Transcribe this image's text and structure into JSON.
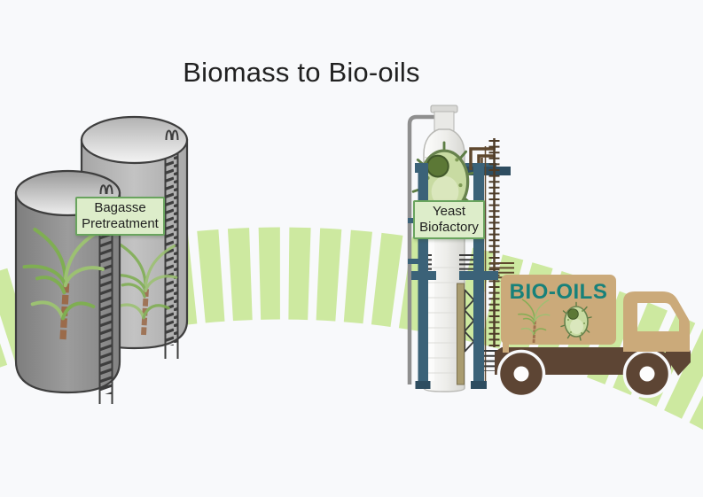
{
  "title": "Biomass to Bio-oils",
  "stages": {
    "pretreatment": {
      "label_line1": "Bagasse",
      "label_line2": "Pretreatment"
    },
    "biofactory": {
      "label_line1": "Yeast",
      "label_line2": "Biofactory"
    },
    "delivery": {
      "sign": "BIO-OILS"
    }
  },
  "process_steps": [
    "Bagasse Pretreatment",
    "Yeast Biofactory",
    "BIO-OILS"
  ],
  "icons": {
    "sugarcane": "green leafy plant with segmented brown stalk",
    "yeast_cell": "green oval microbe with dark nucleus and short spikes",
    "storage_tank": "gray cylinder with side ladder",
    "bioreactor_column": "white column in blue steel frame with pipes",
    "delivery_truck": "tan box truck with brown chassis and wheels",
    "flow_arc": "dashed light-green arc connecting the stages"
  },
  "colors": {
    "background": "#f8f9fb",
    "title_text": "#212121",
    "arc_green": "#cde9a0",
    "label_bg": "#ddedca",
    "label_border": "#69a45e",
    "label_text": "#1f1f1f",
    "tank_gray": "#8b8b8b",
    "tank_gray_light": "#b3b3b3",
    "tank_outline": "#3e3e3e",
    "frame_blue": "#3b6278",
    "frame_blue_dark": "#2e4d60",
    "column_white": "#f1f1ef",
    "pipe_gray": "#8f8f8f",
    "pipe_brown": "#5f482e",
    "pipe_khaki": "#a99c70",
    "lattice_dark": "#3a3a3a",
    "truck_tan": "#cbaa7a",
    "truck_brown": "#5d4534",
    "sign_teal": "#17817a",
    "yeast_body": "#c8dba2",
    "yeast_nucleus": "#5c7836",
    "cane_leaf": "#7fae52",
    "cane_leaf_light": "#9cc172",
    "cane_stem": "#9b6b4a"
  }
}
